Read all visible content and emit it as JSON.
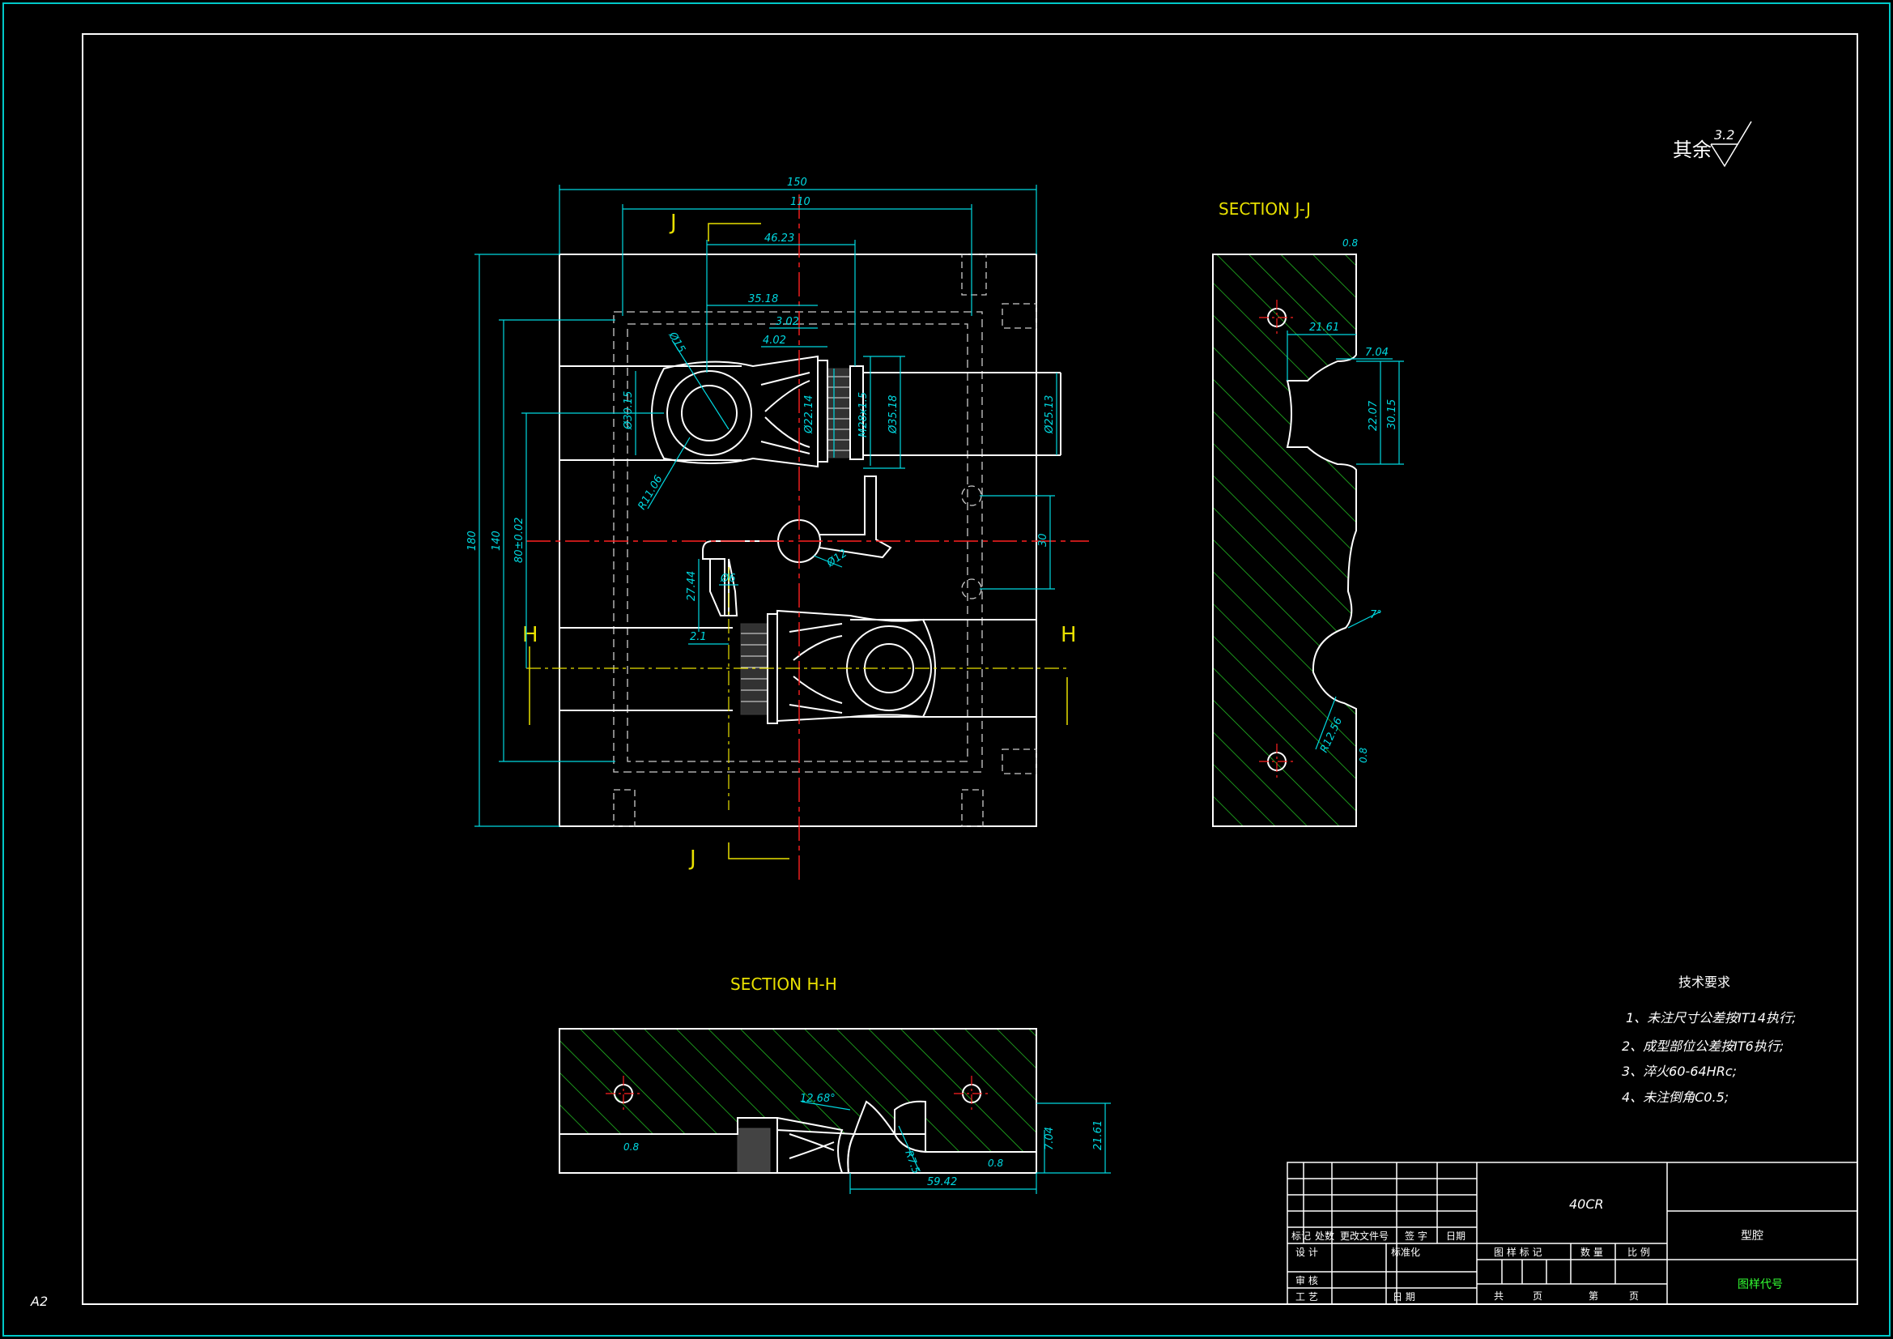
{
  "sheet": {
    "format": "A2",
    "roughness_label": "其余",
    "roughness_value": "3.2"
  },
  "main_view": {
    "section_mark_j": "J",
    "section_mark_h": "H",
    "dims": {
      "d150": "150",
      "d110": "110",
      "d4623": "46.23",
      "d3518": "35.18",
      "d302": "3.02",
      "d402": "4.02",
      "d15": "Ø15",
      "d3015": "Ø30.15",
      "d2214": "Ø22.14",
      "m28": "M28x1.5",
      "d3518b": "Ø35.18",
      "d2513": "Ø25.13",
      "r1106": "R11.06",
      "d180": "180",
      "d140": "140",
      "d80": "80±0.02",
      "d30": "30",
      "d12": "Ø12",
      "d2744": "27.44",
      "d6": "Ø6",
      "d21": "2.1"
    }
  },
  "section_jj": {
    "title": "SECTION  J-J",
    "dims": {
      "r08a": "0.8",
      "d2161": "21.61",
      "d704": "7.04",
      "d2207": "22.07",
      "d3015": "30.15",
      "a7": "7°",
      "r1256": "R12.56",
      "r08b": "0.8"
    }
  },
  "section_hh": {
    "title": "SECTION  H-H",
    "dims": {
      "a1268": "12.68°",
      "r08a": "0.8",
      "r75": "R7.5",
      "r08b": "0.8",
      "d704": "7.04",
      "d2161": "21.61",
      "d5942": "59.42"
    }
  },
  "tech_req": {
    "title": "技术要求",
    "items": [
      "1、未注尺寸公差按IT14执行;",
      "2、成型部位公差按IT6执行;",
      "3、淬火60-64HRc;",
      "4、未注倒角C0.5;"
    ]
  },
  "title_block": {
    "material": "40CR",
    "part_name": "型腔",
    "drawing_no": "图样代号",
    "h_mark": "标记",
    "h_qty": "处数",
    "h_doc": "更改文件号",
    "h_sign": "签 字",
    "h_date": "日期",
    "design": "设 计",
    "standard": "标准化",
    "check": "审 核",
    "process": "工 艺",
    "date": "日 期",
    "stage_mark": "图 样 标 记",
    "weight": "数 量",
    "scale": "比 例",
    "total": "共",
    "page": "页",
    "sheet_no": "第",
    "page2": "页"
  }
}
